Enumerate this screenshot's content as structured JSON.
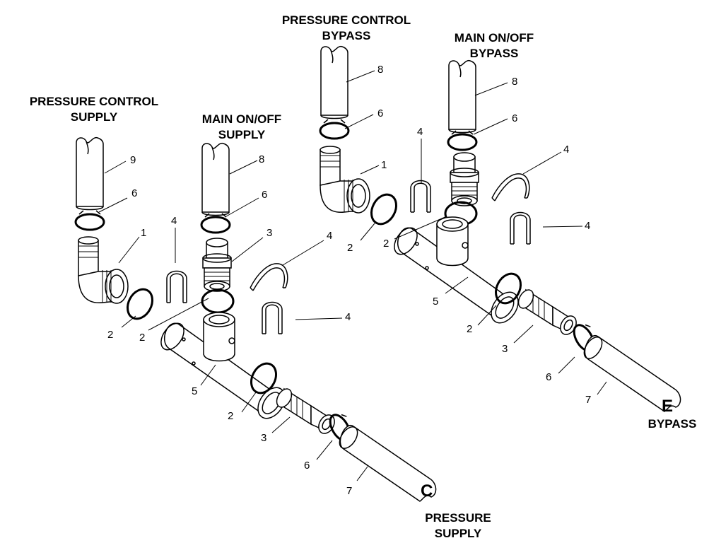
{
  "labels": {
    "pc_supply_1": "PRESSURE CONTROL",
    "pc_supply_2": "SUPPLY",
    "mo_supply_1": "MAIN ON/OFF",
    "mo_supply_2": "SUPPLY",
    "pc_bypass_1": "PRESSURE CONTROL",
    "pc_bypass_2": "BYPASS",
    "mo_bypass_1": "MAIN ON/OFF",
    "mo_bypass_2": "BYPASS",
    "c_letter": "C",
    "c_1": "PRESSURE",
    "c_2": "SUPPLY",
    "e_letter": "E",
    "e_1": "BYPASS"
  },
  "callouts": {
    "s_9": "9",
    "s_6a": "6",
    "s_1": "1",
    "s_2a": "2",
    "s_8": "8",
    "s_6b": "6",
    "s_3a": "3",
    "s_4a": "4",
    "s_4b": "4",
    "s_4c": "4",
    "s_2b": "2",
    "s_5": "5",
    "s_2c": "2",
    "s_3b": "3",
    "s_6c": "6",
    "s_7": "7",
    "b_8a": "8",
    "b_6a": "6",
    "b_1": "1",
    "b_2a": "2",
    "b_4a": "4",
    "b_8b": "8",
    "b_6b": "6",
    "b_4b": "4",
    "b_4c": "4",
    "b_2b": "2",
    "b_5": "5",
    "b_2c": "2",
    "b_3": "3",
    "b_6c": "6",
    "b_7": "7"
  }
}
